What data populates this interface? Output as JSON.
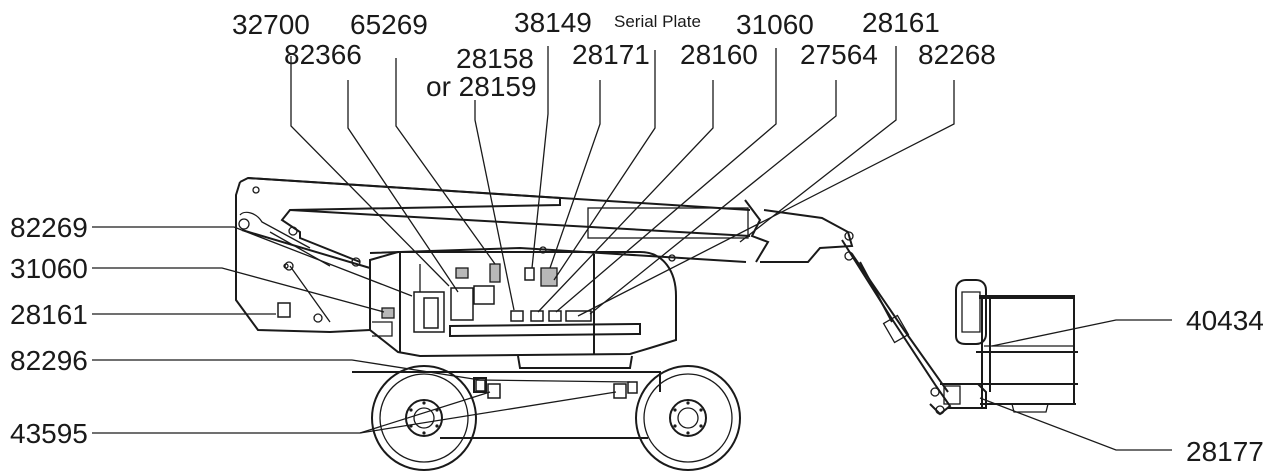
{
  "callouts": {
    "c32700": "32700",
    "c65269": "65269",
    "c38149": "38149",
    "serial_plate": "Serial Plate",
    "c31060_top": "31060",
    "c28161_top": "28161",
    "c82366": "82366",
    "c28158": "28158",
    "or_28159": "or 28159",
    "c28171": "28171",
    "c28160": "28160",
    "c27564": "27564",
    "c82268": "82268",
    "c82269": "82269",
    "c31060_left": "31060",
    "c28161_left": "28161",
    "c82296": "82296",
    "c43595": "43595",
    "c40434": "40434",
    "c28177": "28177"
  }
}
